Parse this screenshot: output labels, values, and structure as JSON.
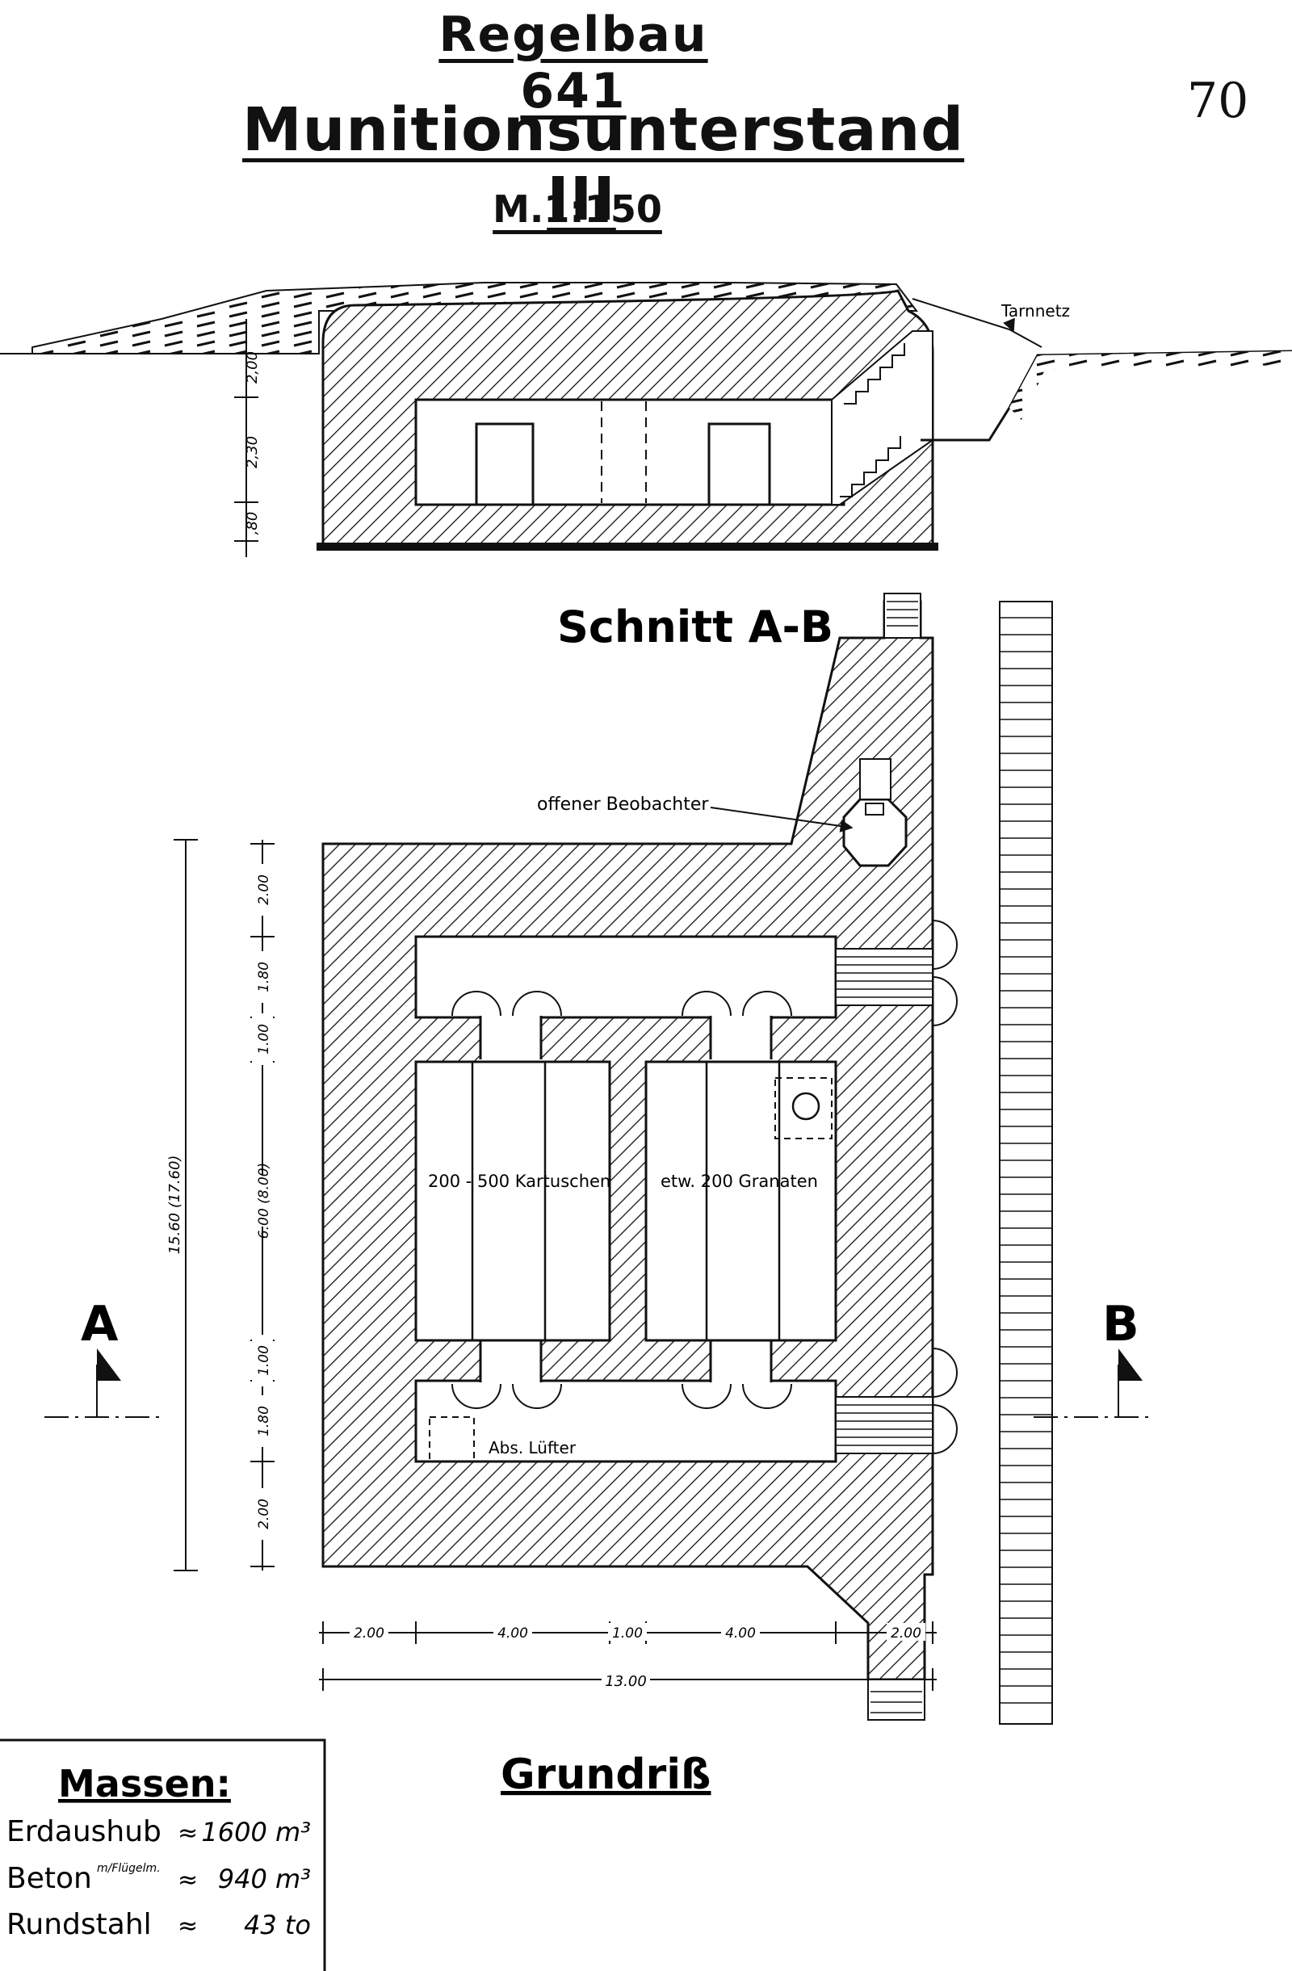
{
  "header": {
    "title": "Regelbau 641",
    "subtitle": "Munitionsunterstand III",
    "scale": "M.1:150",
    "page_number": "70"
  },
  "section": {
    "label": "Schnitt A-B",
    "tarnnetz": "Tarnnetz",
    "dims": [
      "2,00",
      "2,30",
      ",80"
    ]
  },
  "plan": {
    "label": "Grundriß",
    "observer": "offener Beobachter",
    "room_left": "200 - 500 Kartuschen",
    "room_right": "etw. 200 Granaten",
    "vent": "Abs. Lüfter",
    "marker_a": "A",
    "marker_b": "B",
    "vertical_dims": [
      "2.00",
      "1.80",
      "1.00",
      "6.00 (8.00)",
      "1.00",
      "1.80",
      "2.00"
    ],
    "overall_length": "15.60 (17.60)",
    "horizontal_dims": [
      "2.00",
      "4.00",
      "1.00",
      "4.00",
      "2.00"
    ],
    "overall_width": "13.00"
  },
  "masses": {
    "title": "Massen:",
    "rows": [
      {
        "label": "Erdaushub",
        "sup": "",
        "approx": "≈",
        "value": "1600 m³"
      },
      {
        "label": "Beton",
        "sup": "m/Flügelm.",
        "approx": "≈",
        "value": "940 m³"
      },
      {
        "label": "Rundstahl",
        "sup": "",
        "approx": "≈",
        "value": "43 to"
      }
    ]
  }
}
